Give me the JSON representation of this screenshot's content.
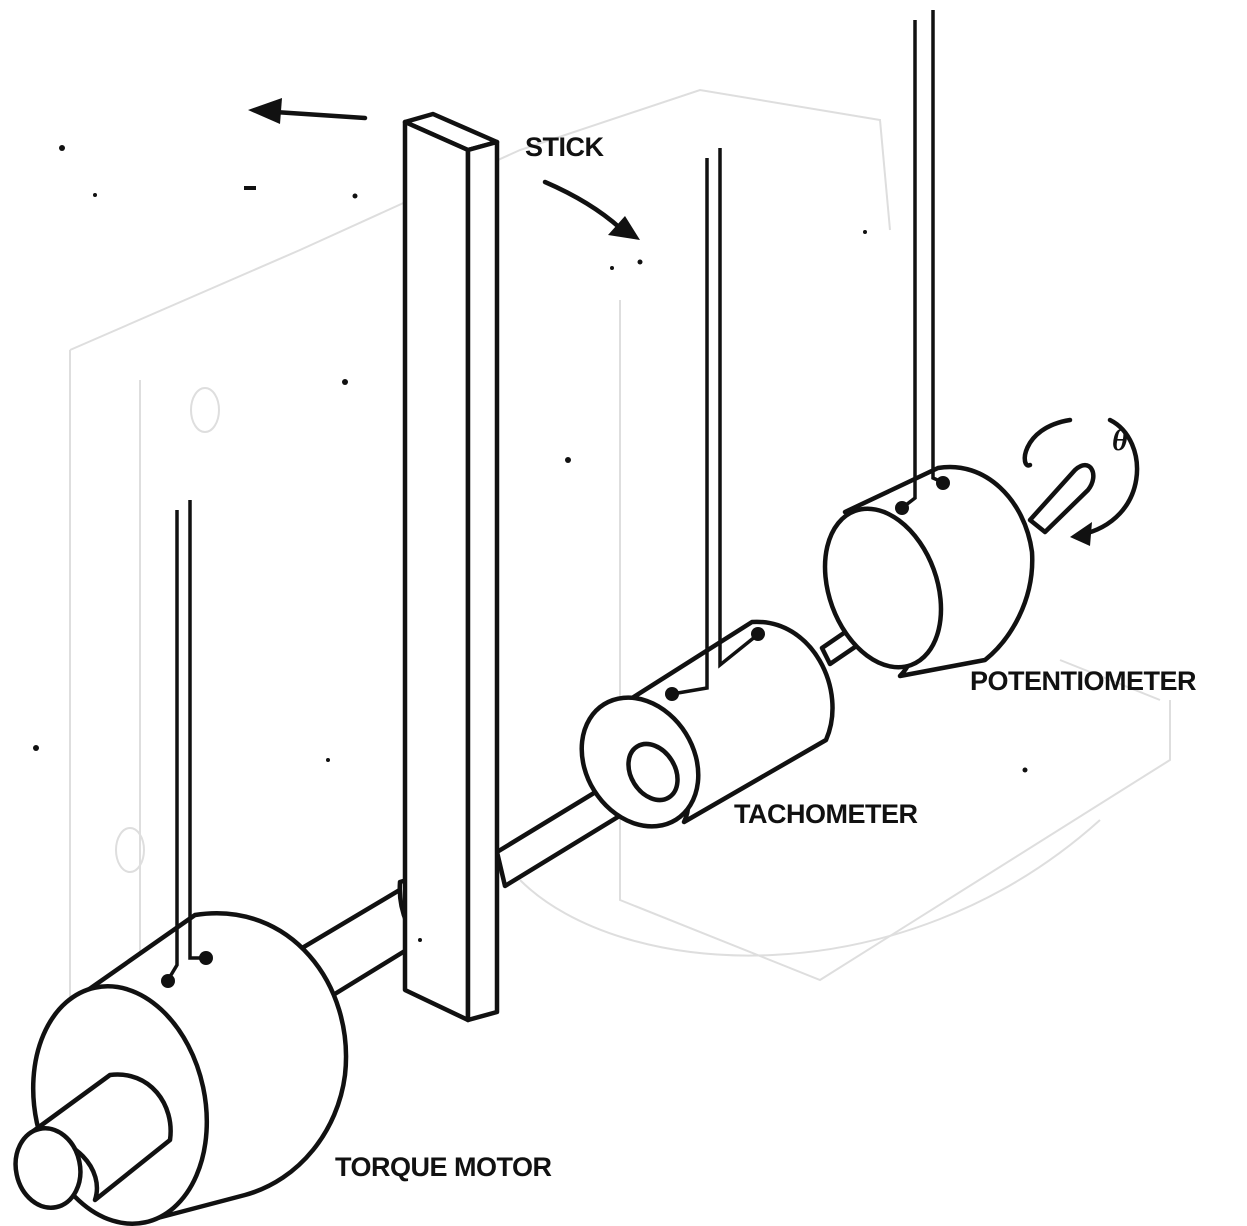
{
  "labels": {
    "stick": "STICK",
    "potentiometer": "POTENTIOMETER",
    "tachometer": "TACHOMETER",
    "torque_motor": "TORQUE MOTOR",
    "angle": "θ"
  }
}
